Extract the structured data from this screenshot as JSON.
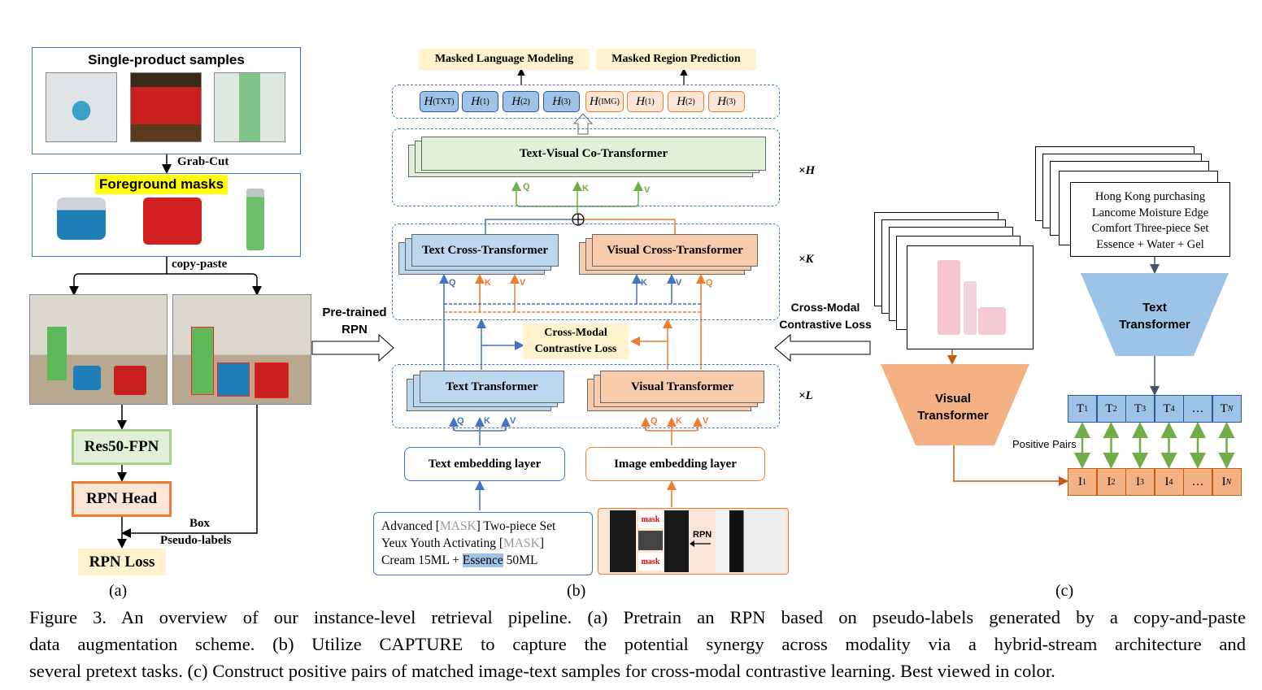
{
  "panel_a": {
    "title": "Single-product samples",
    "grab_cut": "Grab-Cut",
    "foreground_masks": "Foreground masks",
    "copy_paste": "copy-paste",
    "res50": "Res50-FPN",
    "rpn_head": "RPN Head",
    "box_label": "Box",
    "pseudo_labels": "Pseudo-labels",
    "rpn_loss": "RPN Loss",
    "label": "(a)"
  },
  "panel_b": {
    "mlm": "Masked Language Modeling",
    "mrp": "Masked Region Prediction",
    "h_cells": [
      "H(TXT)",
      "H(1)",
      "H(2)",
      "H(3)",
      "H(IMG)",
      "H(1)",
      "H(2)",
      "H(3)"
    ],
    "co_transformer": "Text-Visual Co-Transformer",
    "times_h": "×H",
    "text_cross": "Text Cross-Transformer",
    "visual_cross": "Visual Cross-Transformer",
    "times_k": "×K",
    "contrastive": "Cross-Modal\nContrastive Loss",
    "text_transformer": "Text Transformer",
    "visual_transformer": "Visual Transformer",
    "times_l": "×L",
    "text_embed": "Text embedding layer",
    "image_embed": "Image embedding layer",
    "pretrained_rpn": "Pre-trained\nRPN",
    "qkv": {
      "q": "Q",
      "k": "K",
      "v": "V"
    },
    "input_line1_a": "Advanced [",
    "input_mask": "MASK",
    "input_line1_b": "] Two-piece Set",
    "input_line2_a": "Yeux Youth Activating [",
    "input_line2_b": "]",
    "input_line3_a": "Cream 15ML + ",
    "input_essence": "Essence",
    "input_line3_b": " 50ML",
    "mask_tag": "mask",
    "rpn_tag": "RPN",
    "label": "(b)"
  },
  "panel_c": {
    "contrastive": "Cross-Modal\nContrastive Loss",
    "text_lines": [
      "Hong Kong purchasing",
      "Lancome Moisture Edge",
      "Comfort Three-piece Set",
      "Essence + Water + Gel"
    ],
    "text_transformer": "Text\nTransformer",
    "visual_transformer": "Visual\nTransformer",
    "positive_pairs": "Positive Pairs",
    "t_cells": [
      "T",
      "T",
      "T",
      "T",
      "…",
      "T"
    ],
    "t_subs": [
      "1",
      "2",
      "3",
      "4",
      "",
      "N"
    ],
    "i_cells": [
      "I",
      "I",
      "I",
      "I",
      "…",
      "I"
    ],
    "i_subs": [
      "1",
      "2",
      "3",
      "4",
      "",
      "N"
    ],
    "label": "(c)"
  },
  "caption": {
    "line1": "Figure 3.  An overview of our instance-level retrieval pipeline. (a) Pretrain an RPN based on pseudo-labels generated by a copy-and-paste",
    "line2": "data augmentation scheme.  (b) Utilize CAPTURE to capture the potential synergy across modality via a hybrid-stream architecture and",
    "line3": "several pretext tasks. (c) Construct positive pairs of matched image-text samples for cross-modal contrastive learning. Best viewed in color."
  },
  "colors": {
    "blue": "#4472c4",
    "blue_fill": "#bdd7ee",
    "orange": "#ed7d31",
    "orange_fill": "#f8cbad",
    "green_fill": "#e2f0d9",
    "yellow": "#fff2cc",
    "green_arrow": "#70ad47"
  }
}
